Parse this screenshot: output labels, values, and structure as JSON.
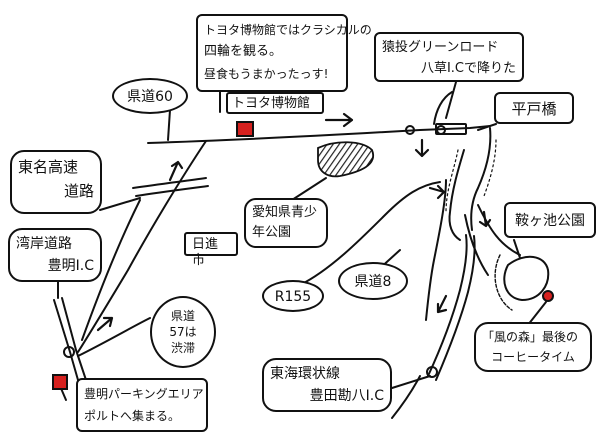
{
  "map": {
    "labels": {
      "toyota_note_line1": "トヨタ博物館ではクラシカルの",
      "toyota_note_line2": "四輪を観る。",
      "toyota_note_line3": "昼食もうまかったっす!",
      "toyota_museum": "トヨタ博物館",
      "prefectural_road_60": "県道60",
      "sanage_green_road_line1": "猿投グリーンロード",
      "sanage_green_road_line2": "八草I.Cで降りた",
      "hiratobashi": "平戸橋",
      "tomei_expressway_line1": "東名高速",
      "tomei_expressway_line2": "道路",
      "aichi_aoshonen_park_line1": "愛知県青少",
      "aichi_aoshonen_park_line2": "年公園",
      "nisshin_city": "日進市",
      "kuragaike_park": "鞍ヶ池公園",
      "wangan_road_line1": "湾岸道路",
      "wangan_road_line2": "豊明I.C",
      "prefectural_road_8": "県道8",
      "r155": "R155",
      "prefectural_road_57_line1": "県道",
      "prefectural_road_57_line2": "57は",
      "prefectural_road_57_line3": "渋滞",
      "kaze_no_mori_line1": "「風の森」最後の",
      "kaze_no_mori_line2": "コーヒータイム",
      "tokai_loop_line1": "東海環状線",
      "tokai_loop_line2": "豊田勘八I.C",
      "toyoake_parking_line1": "豊明パーキングエリア",
      "toyoake_parking_line2": "ポルトへ集まる。"
    },
    "colors": {
      "ink": "#111111",
      "marker": "#d6211f",
      "hatch": "#222222"
    }
  }
}
